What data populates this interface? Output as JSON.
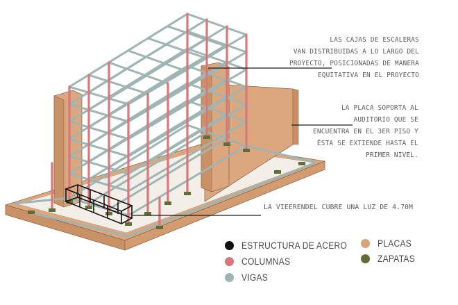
{
  "annotations": {
    "stairs": [
      "LAS CAJAS DE ESCALERAS",
      "VAN DISTRIBUIDAS A LO LARGO DEL",
      "PROYECTO, POSICIONADAS DE MANERA",
      "EQUITATIVA EN EL PROYECTO"
    ],
    "slab": [
      "LA PLACA SOPORTA AL",
      "AUDITORIO QUE SE",
      "ENCUENTRA EN EL 3ER PISO Y",
      "ÉSTA SE EXTIENDE HASTA EL",
      "PRIMER NIVEL."
    ],
    "beam": "LA VIEERENDEL CUBRE UNA LUZ DE 4.70M"
  },
  "legend": [
    {
      "label": "ESTRUCTURA DE ACERO",
      "color": "#111111"
    },
    {
      "label": "COLUMNAS",
      "color": "#d9787c"
    },
    {
      "label": "VIGAS",
      "color": "#9fb5b3"
    },
    {
      "label": "PLACAS",
      "color": "#d9a47c"
    },
    {
      "label": "ZAPATAS",
      "color": "#5e6e36"
    }
  ],
  "colors": {
    "columns": "#d9787c",
    "beams": "#a9bcbb",
    "slabs": "#dca77e",
    "footings": "#5e6e36",
    "steel": "#111111",
    "leader_lines": "#1a1a1a"
  }
}
